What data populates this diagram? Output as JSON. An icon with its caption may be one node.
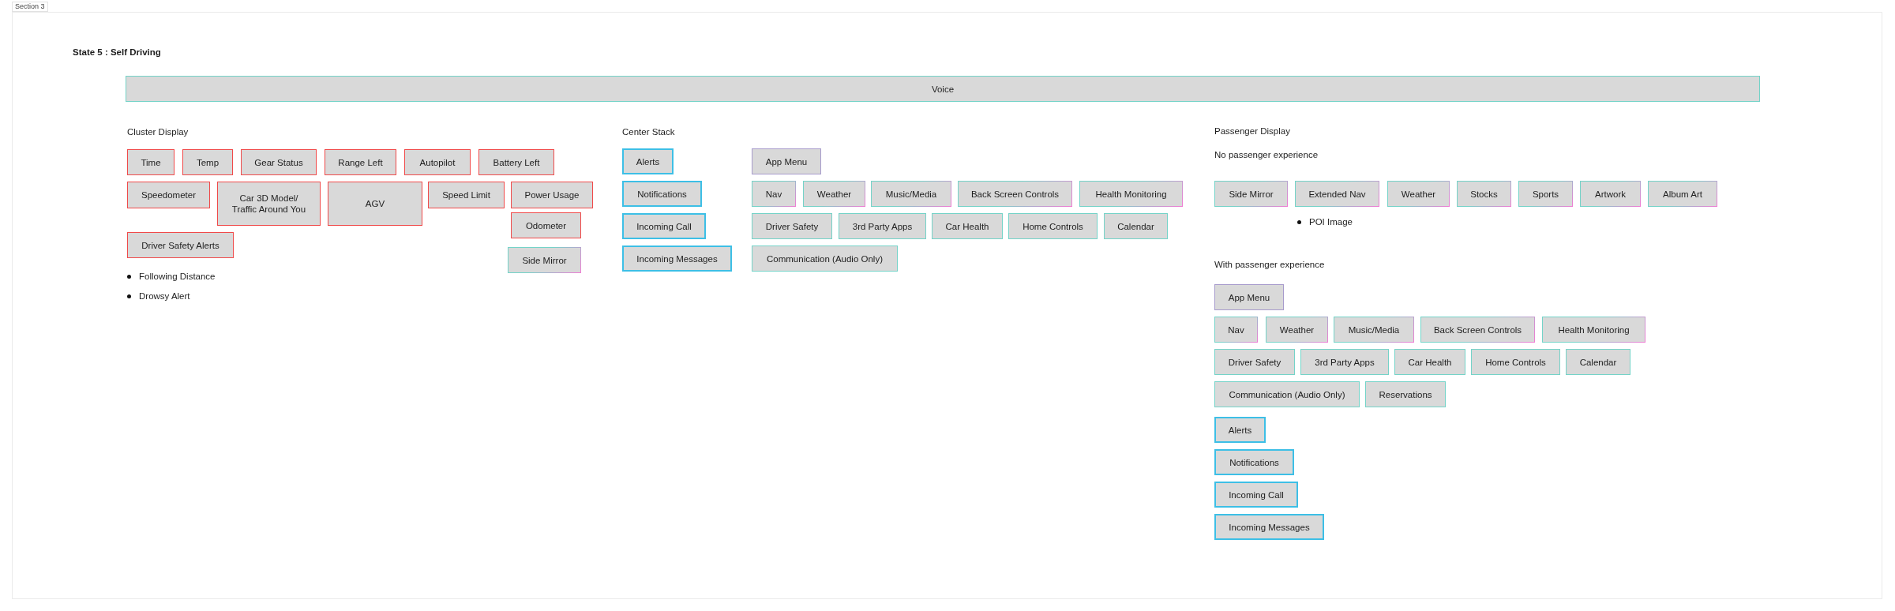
{
  "diagram": {
    "title": "State 5 : Self Driving",
    "nodes": [
      {
        "text": [
          "Section 3"
        ]
      },
      {
        "text": [
          "Voice"
        ],
        "in": 0
      },
      {
        "text": [
          "Time"
        ],
        "in": 0
      },
      {
        "text": [
          "Temp"
        ],
        "in": 0
      },
      {
        "text": [
          "Gear Status"
        ],
        "in": 0
      },
      {
        "text": [
          "Range Left"
        ],
        "in": 0
      },
      {
        "text": [
          "Autopilot"
        ],
        "in": 0
      },
      {
        "text": [
          "Battery Left"
        ],
        "in": 0
      },
      {
        "text": [
          "Speedometer"
        ],
        "in": 0
      },
      {
        "text": [
          "Car 3D Model/ Traffic Around You"
        ],
        "in": 0
      },
      {
        "text": [
          "AGV"
        ],
        "in": 0
      },
      {
        "text": [
          "Speed Limit"
        ],
        "in": 0
      },
      {
        "text": [
          "Power Usage"
        ],
        "in": 0
      },
      {
        "text": [
          "Odometer"
        ],
        "in": 0
      },
      {
        "text": [
          "Side Mirror"
        ],
        "in": 0
      },
      {
        "text": [
          "Driver Safety Alerts"
        ],
        "in": 0,
        "beside": [
          "Following Distance",
          "Drowsy Alert"
        ]
      },
      {
        "text": [
          "Alerts"
        ],
        "in": 0
      },
      {
        "text": [
          "Notifications"
        ],
        "in": 0
      },
      {
        "text": [
          "Incoming Call"
        ],
        "in": 0
      },
      {
        "text": [
          "Incoming Messages"
        ],
        "in": 0
      },
      {
        "text": [
          "App Menu"
        ],
        "in": 0
      },
      {
        "text": [
          "Nav"
        ],
        "in": 0
      },
      {
        "text": [
          "Weather"
        ],
        "in": 0
      },
      {
        "text": [
          "Music/Media"
        ],
        "in": 0
      },
      {
        "text": [
          "Back Screen Controls"
        ],
        "in": 0
      },
      {
        "text": [
          "Health Monitoring"
        ],
        "in": 0
      },
      {
        "text": [
          "Driver Safety"
        ],
        "in": 0
      },
      {
        "text": [
          "3rd Party Apps"
        ],
        "in": 0
      },
      {
        "text": [
          "Car Health"
        ],
        "in": 0
      },
      {
        "text": [
          "Home Controls"
        ],
        "in": 0
      },
      {
        "text": [
          "Calendar"
        ],
        "in": 0
      },
      {
        "text": [
          "Communication (Audio Only)"
        ],
        "in": 0
      },
      {
        "text": [
          "Side Mirror"
        ],
        "in": 0
      },
      {
        "text": [
          "Extended Nav"
        ],
        "in": 0,
        "beside": [
          "POI Image"
        ]
      },
      {
        "text": [
          "Weather"
        ],
        "in": 0
      },
      {
        "text": [
          "Stocks"
        ],
        "in": 0
      },
      {
        "text": [
          "Sports"
        ],
        "in": 0
      },
      {
        "text": [
          "Artwork"
        ],
        "in": 0
      },
      {
        "text": [
          "Album Art"
        ],
        "in": 0
      },
      {
        "text": [
          "App Menu"
        ],
        "in": 0
      },
      {
        "text": [
          "Nav"
        ],
        "in": 0
      },
      {
        "text": [
          "Weather"
        ],
        "in": 0
      },
      {
        "text": [
          "Music/Media"
        ],
        "in": 0
      },
      {
        "text": [
          "Back Screen Controls"
        ],
        "in": 0
      },
      {
        "text": [
          "Health Monitoring"
        ],
        "in": 0
      },
      {
        "text": [
          "Driver Safety"
        ],
        "in": 0
      },
      {
        "text": [
          "3rd Party Apps"
        ],
        "in": 0
      },
      {
        "text": [
          "Car Health"
        ],
        "in": 0
      },
      {
        "text": [
          "Home Controls"
        ],
        "in": 0
      },
      {
        "text": [
          "Calendar"
        ],
        "in": 0
      },
      {
        "text": [
          "Communication (Audio Only)"
        ],
        "in": 0
      },
      {
        "text": [
          "Reservations"
        ],
        "in": 0
      },
      {
        "text": [
          "Alerts"
        ],
        "in": 0
      },
      {
        "text": [
          "Notifications"
        ],
        "in": 0
      },
      {
        "text": [
          "Incoming Call"
        ],
        "in": 0
      },
      {
        "text": [
          "Incoming Messages"
        ],
        "in": 0
      }
    ],
    "labels": [
      "Cluster Display",
      "Center Stack",
      "Passenger Display",
      "No passenger experience",
      "With passenger experience"
    ]
  }
}
